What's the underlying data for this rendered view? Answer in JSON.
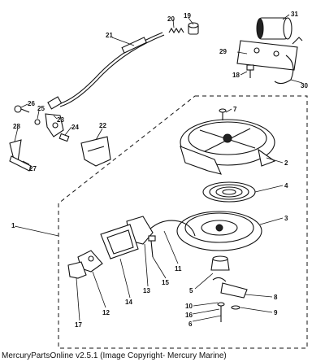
{
  "callouts": {
    "c1": "1",
    "c2": "2",
    "c3": "3",
    "c4": "4",
    "c5": "5",
    "c6": "6",
    "c7": "7",
    "c8": "8",
    "c9": "9",
    "c10": "10",
    "c11": "11",
    "c12": "12",
    "c13": "13",
    "c14": "14",
    "c15": "15",
    "c16": "16",
    "c17": "17",
    "c18": "18",
    "c19": "19",
    "c20": "20",
    "c21": "21",
    "c22": "22",
    "c23": "23",
    "c24": "24",
    "c25": "25",
    "c26": "26",
    "c27": "27",
    "c28": "28",
    "c29": "29",
    "c30": "30",
    "c31": "31"
  },
  "footer": "MercuryPartsOnline v2.5.1 (Image Copyright- Mercury Marine)"
}
